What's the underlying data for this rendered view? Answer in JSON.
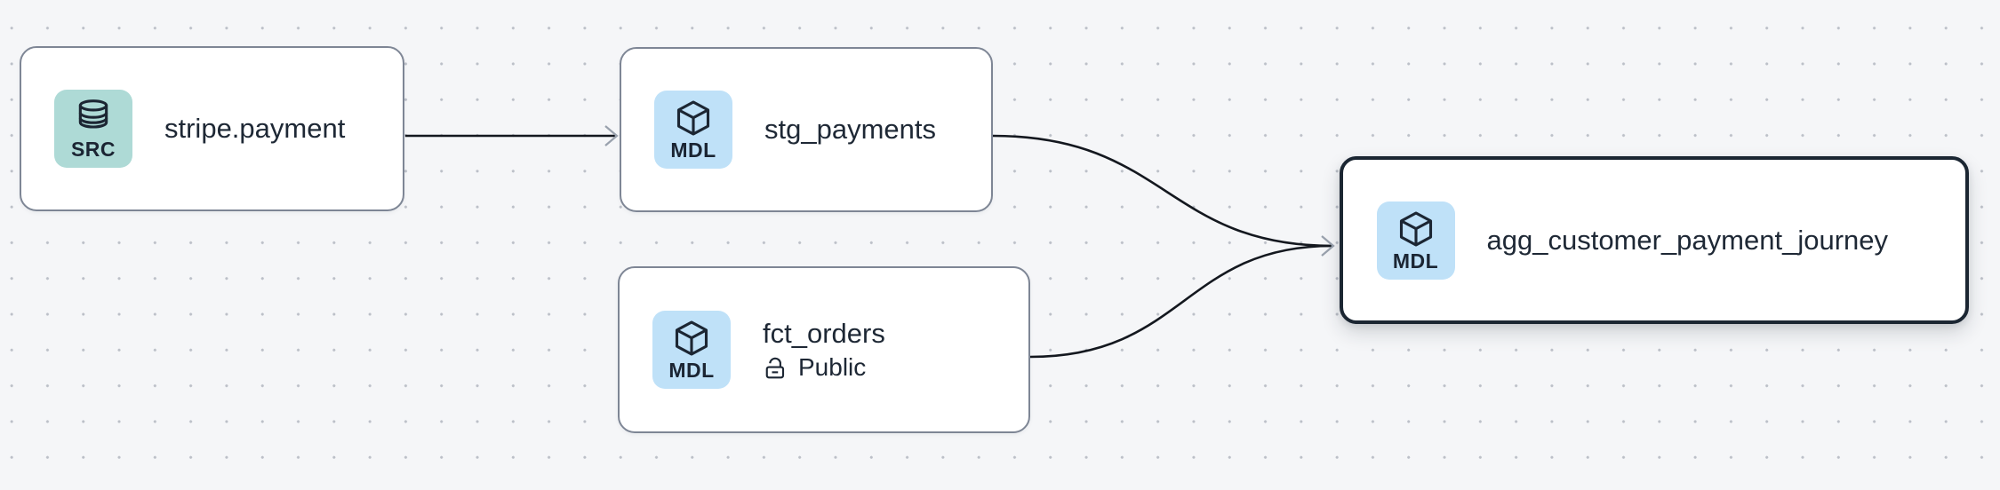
{
  "canvas": {
    "background_color": "#f5f6f8",
    "dot_color": "#bcc0c8",
    "edge_color": "#14181f",
    "arrowhead_color": "#99a1ad"
  },
  "nodes": [
    {
      "title": "stripe.payment",
      "type": "source",
      "selected": false,
      "badge": {
        "label": "SRC",
        "icon": "database-icon",
        "color": "#aedad6"
      }
    },
    {
      "title": "stg_payments",
      "type": "model",
      "selected": false,
      "badge": {
        "label": "MDL",
        "icon": "cube-icon",
        "color": "#bfe1f8"
      }
    },
    {
      "title": "fct_orders",
      "type": "model",
      "selected": false,
      "access": {
        "icon": "unlock-icon",
        "label": "Public"
      },
      "badge": {
        "label": "MDL",
        "icon": "cube-icon",
        "color": "#bfe1f8"
      }
    },
    {
      "title": "agg_customer_payment_journey",
      "type": "model",
      "selected": true,
      "badge": {
        "label": "MDL",
        "icon": "cube-icon",
        "color": "#bfe1f8"
      }
    }
  ],
  "edges": [
    {
      "from": "stripe.payment",
      "to": "stg_payments"
    },
    {
      "from": "stg_payments",
      "to": "agg_customer_payment_journey"
    },
    {
      "from": "fct_orders",
      "to": "agg_customer_payment_journey"
    }
  ]
}
